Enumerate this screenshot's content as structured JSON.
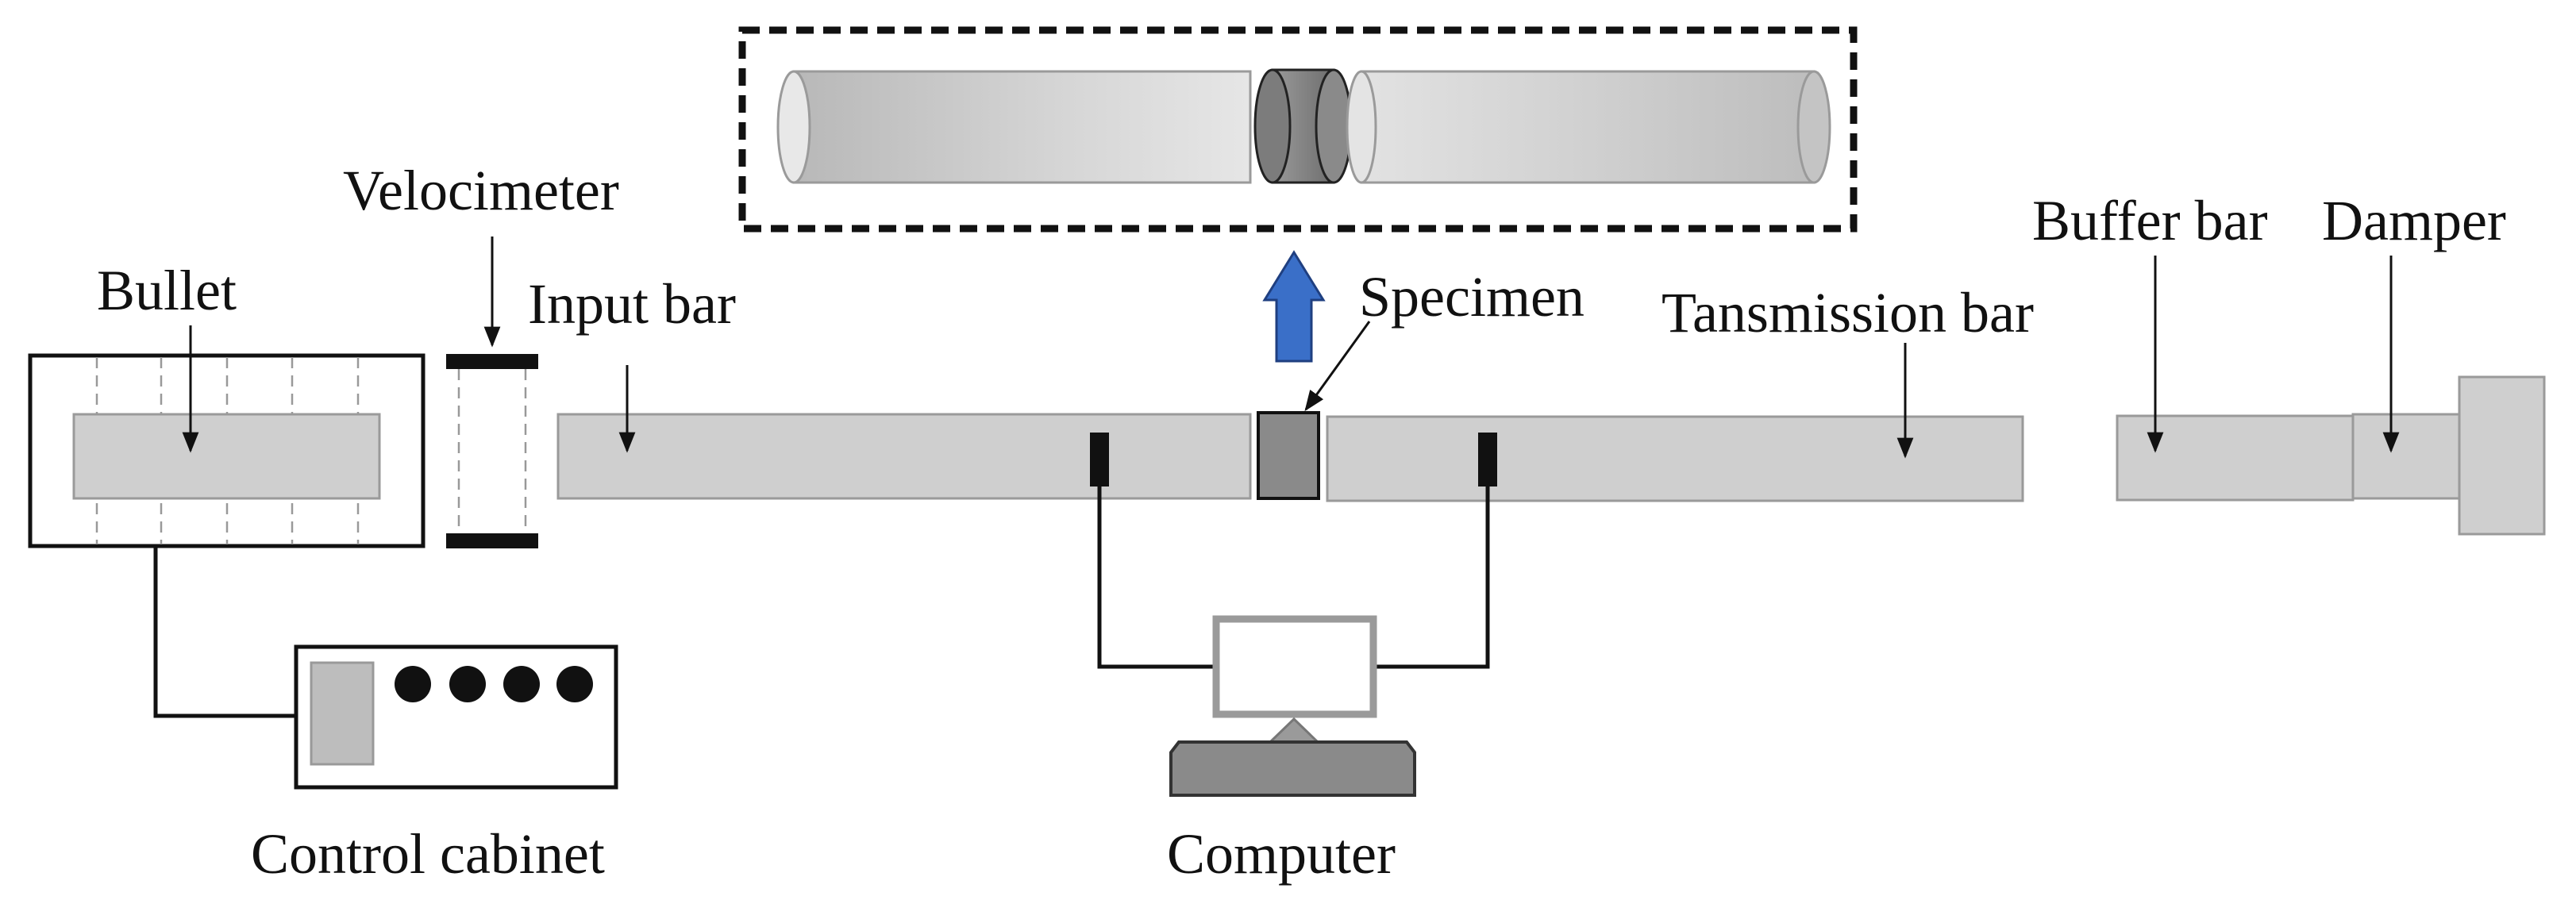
{
  "labels": {
    "velocimeter": "Velocimeter",
    "bullet": "Bullet",
    "input_bar": "Input bar",
    "specimen": "Specimen",
    "transmission_bar": "Tansmission bar",
    "buffer_bar": "Buffer bar",
    "damper": "Damper",
    "control_cabinet": "Control cabinet",
    "computer": "Computer"
  },
  "colors": {
    "bar_fill": "#cfcfcf",
    "bar_stroke": "#9a9a9a",
    "specimen_fill": "#8a8a8a",
    "arrow_blue": "#3a6fc8",
    "line": "#111111"
  }
}
